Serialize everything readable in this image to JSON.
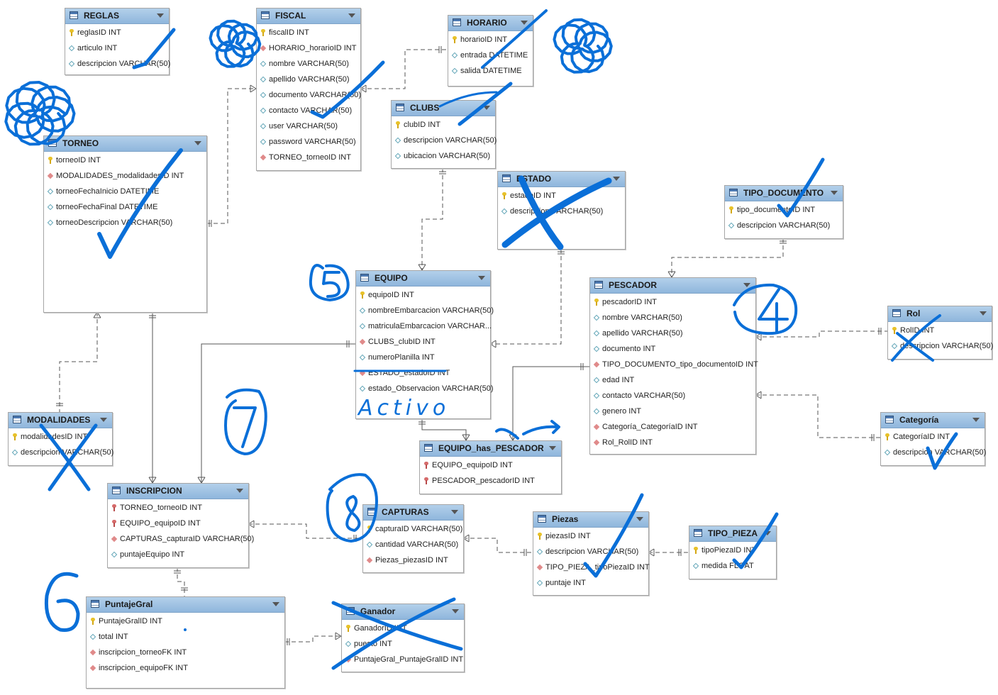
{
  "tables": [
    {
      "id": "reglas",
      "name": "REGLAS",
      "columns": [
        {
          "icon": "key",
          "text": "reglasID INT"
        },
        {
          "icon": "col",
          "text": "articulo INT"
        },
        {
          "icon": "col",
          "text": "descripcion VARCHAR(50)"
        }
      ]
    },
    {
      "id": "fiscal",
      "name": "FISCAL",
      "columns": [
        {
          "icon": "key",
          "text": "fiscalID INT"
        },
        {
          "icon": "fk",
          "text": "HORARIO_horarioID INT"
        },
        {
          "icon": "col",
          "text": "nombre VARCHAR(50)"
        },
        {
          "icon": "col",
          "text": "apellido VARCHAR(50)"
        },
        {
          "icon": "col",
          "text": "documento VARCHAR(50)"
        },
        {
          "icon": "col",
          "text": "contacto VARCHAR(50)"
        },
        {
          "icon": "col",
          "text": "user VARCHAR(50)"
        },
        {
          "icon": "col",
          "text": "password VARCHAR(50)"
        },
        {
          "icon": "fk",
          "text": "TORNEO_torneoID INT"
        }
      ]
    },
    {
      "id": "horario",
      "name": "HORARIO",
      "columns": [
        {
          "icon": "key",
          "text": "horarioID INT"
        },
        {
          "icon": "col",
          "text": "entrada DATETIME"
        },
        {
          "icon": "col",
          "text": "salida DATETIME"
        }
      ]
    },
    {
      "id": "clubs",
      "name": "CLUBS",
      "columns": [
        {
          "icon": "key",
          "text": "clubID INT"
        },
        {
          "icon": "col",
          "text": "descripcion VARCHAR(50)"
        },
        {
          "icon": "col",
          "text": "ubicacion VARCHAR(50)"
        }
      ]
    },
    {
      "id": "torneo",
      "name": "TORNEO",
      "columns": [
        {
          "icon": "key",
          "text": "torneoID INT"
        },
        {
          "icon": "fk",
          "text": "MODALIDADES_modalidadesID INT"
        },
        {
          "icon": "col",
          "text": "torneoFechaInicio DATETIME"
        },
        {
          "icon": "col",
          "text": "torneoFechaFinal DATETIME"
        },
        {
          "icon": "col",
          "text": "torneoDescripcion VARCHAR(50)"
        }
      ]
    },
    {
      "id": "estado",
      "name": "ESTADO",
      "columns": [
        {
          "icon": "key",
          "text": "estadoID INT"
        },
        {
          "icon": "col",
          "text": "descripcion VARCHAR(50)"
        }
      ]
    },
    {
      "id": "tipo_documento",
      "name": "TIPO_DOCUMENTO",
      "columns": [
        {
          "icon": "key",
          "text": "tipo_documentoID INT"
        },
        {
          "icon": "col",
          "text": "descripcion VARCHAR(50)"
        }
      ]
    },
    {
      "id": "equipo",
      "name": "EQUIPO",
      "columns": [
        {
          "icon": "key",
          "text": "equipoID INT"
        },
        {
          "icon": "col",
          "text": "nombreEmbarcacion VARCHAR(50)"
        },
        {
          "icon": "col",
          "text": "matriculaEmbarcacion VARCHAR..."
        },
        {
          "icon": "fk",
          "text": "CLUBS_clubID INT"
        },
        {
          "icon": "col",
          "text": "numeroPlanilla INT"
        },
        {
          "icon": "fk",
          "text": "ESTADO_estadoID INT"
        },
        {
          "icon": "col",
          "text": "estado_Observacion VARCHAR(50)"
        }
      ]
    },
    {
      "id": "pescador",
      "name": "PESCADOR",
      "columns": [
        {
          "icon": "key",
          "text": "pescadorID INT"
        },
        {
          "icon": "col",
          "text": "nombre VARCHAR(50)"
        },
        {
          "icon": "col",
          "text": "apellido VARCHAR(50)"
        },
        {
          "icon": "col",
          "text": "documento INT"
        },
        {
          "icon": "fk",
          "text": "TIPO_DOCUMENTO_tipo_documentoID INT"
        },
        {
          "icon": "col",
          "text": "edad INT"
        },
        {
          "icon": "col",
          "text": "contacto VARCHAR(50)"
        },
        {
          "icon": "col",
          "text": "genero INT"
        },
        {
          "icon": "fk",
          "text": "Categoría_CategoríaID INT"
        },
        {
          "icon": "fk",
          "text": "Rol_RolID INT"
        }
      ]
    },
    {
      "id": "rol",
      "name": "Rol",
      "columns": [
        {
          "icon": "key",
          "text": "RolID INT"
        },
        {
          "icon": "col",
          "text": "descripcion VARCHAR(50)"
        }
      ]
    },
    {
      "id": "modalidades",
      "name": "MODALIDADES",
      "columns": [
        {
          "icon": "key",
          "text": "modalidadesID INT"
        },
        {
          "icon": "col",
          "text": "descripcion VARCHAR(50)"
        }
      ]
    },
    {
      "id": "equipo_has_pescador",
      "name": "EQUIPO_has_PESCADOR",
      "columns": [
        {
          "icon": "fkey",
          "text": "EQUIPO_equipoID INT"
        },
        {
          "icon": "fkey",
          "text": "PESCADOR_pescadorID INT"
        }
      ]
    },
    {
      "id": "categoria",
      "name": "Categoría",
      "columns": [
        {
          "icon": "key",
          "text": "CategoríaID INT"
        },
        {
          "icon": "col",
          "text": "descripcion VARCHAR(50)"
        }
      ]
    },
    {
      "id": "inscripcion",
      "name": "INSCRIPCION",
      "columns": [
        {
          "icon": "fkey",
          "text": "TORNEO_torneoID INT"
        },
        {
          "icon": "fkey",
          "text": "EQUIPO_equipoID INT"
        },
        {
          "icon": "fk",
          "text": "CAPTURAS_capturaID VARCHAR(50)"
        },
        {
          "icon": "col",
          "text": "puntajeEquipo INT"
        }
      ]
    },
    {
      "id": "capturas",
      "name": "CAPTURAS",
      "columns": [
        {
          "icon": "key",
          "text": "capturaID VARCHAR(50)"
        },
        {
          "icon": "col",
          "text": "cantidad VARCHAR(50)"
        },
        {
          "icon": "fk",
          "text": "Piezas_piezasID INT"
        }
      ]
    },
    {
      "id": "piezas",
      "name": "Piezas",
      "columns": [
        {
          "icon": "key",
          "text": "piezasID INT"
        },
        {
          "icon": "col",
          "text": "descripcion VARCHAR(50)"
        },
        {
          "icon": "fk",
          "text": "TIPO_PIEZA_tipoPiezaID INT"
        },
        {
          "icon": "col",
          "text": "puntaje INT"
        }
      ]
    },
    {
      "id": "tipo_pieza",
      "name": "TIPO_PIEZA",
      "columns": [
        {
          "icon": "key",
          "text": "tipoPiezaID INT"
        },
        {
          "icon": "col",
          "text": "medida FLOAT"
        }
      ]
    },
    {
      "id": "puntajegral",
      "name": "PuntajeGral",
      "columns": [
        {
          "icon": "key",
          "text": "PuntajeGralID INT"
        },
        {
          "icon": "col",
          "text": "total INT"
        },
        {
          "icon": "fk",
          "text": "inscripcion_torneoFK INT"
        },
        {
          "icon": "fk",
          "text": "inscripcion_equipoFK INT"
        }
      ]
    },
    {
      "id": "ganador",
      "name": "Ganador",
      "columns": [
        {
          "icon": "key",
          "text": "GanadorID INT"
        },
        {
          "icon": "col",
          "text": "puesto INT"
        },
        {
          "icon": "fk",
          "text": "PuntajeGral_PuntajeGralID INT"
        }
      ]
    }
  ],
  "annotations": {
    "activo_text": "Activo",
    "numbers": [
      "5",
      "4",
      "7",
      "8",
      "6"
    ]
  },
  "colors": {
    "header_blue": "#8fb6dc",
    "ink_blue": "#0a6fd8",
    "line_gray": "#555555"
  }
}
